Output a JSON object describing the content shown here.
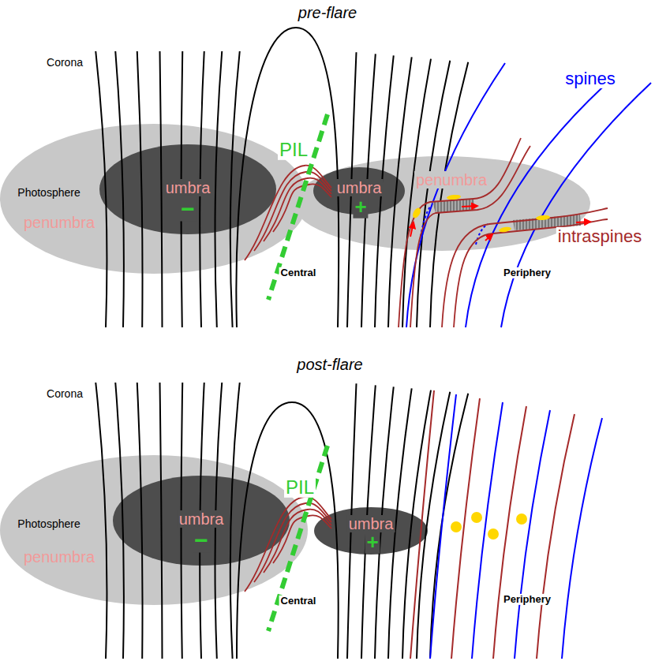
{
  "diagram": {
    "labels": [
      "pre-flare",
      "Corona",
      "Photosphere",
      "umbra",
      "−",
      "penumbra",
      "PIL",
      "umbra",
      "+",
      "Central",
      "spines",
      "penumbra",
      "intraspines",
      "Periphery",
      "post-flare",
      "Corona",
      "Photosphere",
      "umbra",
      "−",
      "penumbra",
      "PIL",
      "umbra",
      "+",
      "Central",
      "Periphery"
    ]
  }
}
